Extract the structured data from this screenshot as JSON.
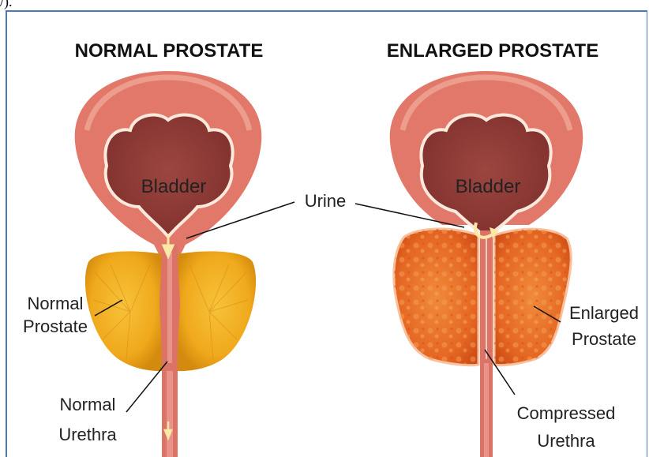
{
  "page_fragment": "/).",
  "headings": {
    "normal": "NORMAL PROSTATE",
    "enlarged": "ENLARGED PROSTATE"
  },
  "labels": {
    "bladder_left": "Bladder",
    "bladder_right": "Bladder",
    "urine": "Urine",
    "normal_prostate_line1": "Normal",
    "normal_prostate_line2": "Prostate",
    "normal_urethra_line1": "Normal",
    "normal_urethra_line2": "Urethra",
    "enlarged_prostate_line1": "Enlarged",
    "enlarged_prostate_line2": "Prostate",
    "compressed_urethra_line1": "Compressed",
    "compressed_urethra_line2": "Urethra"
  },
  "colors": {
    "bladder_outer": "#e2786a",
    "bladder_rim": "#f0a594",
    "bladder_inner": "#8e3a36",
    "bladder_outline": "#fbe9dc",
    "prostate_normal": "#f0a91c",
    "prostate_normal_dark": "#c9830c",
    "prostate_enlarged": "#e56622",
    "prostate_enlarged_dark": "#c94513",
    "urethra": "#db7466",
    "arrow": "#fbe7a6",
    "frame": "#4a78b8"
  }
}
